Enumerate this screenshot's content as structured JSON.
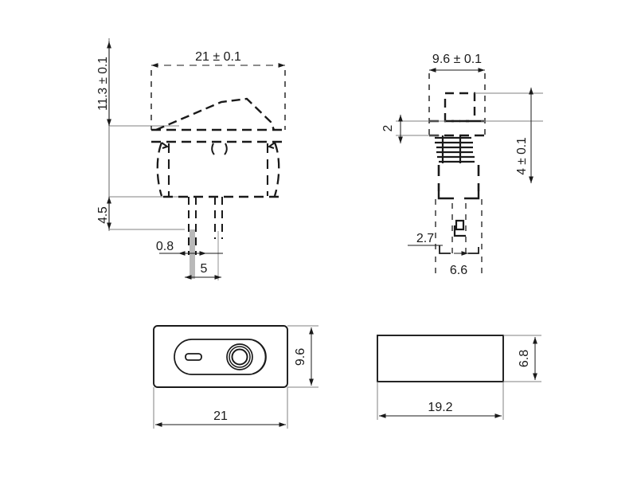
{
  "drawing": {
    "title": "Rocker switch dimensional drawing",
    "units": "mm",
    "line_color": "#1a1a1a",
    "dim_line_color": "#707070",
    "background": "#ffffff"
  },
  "views": {
    "front": {
      "name": "front-elevation-view",
      "dimensions": {
        "width": "21 ± 0.1",
        "height_top": "11.3 ± 0.1",
        "height_terminal": "4.5",
        "terminal_thickness": "0.8",
        "terminal_pitch": "5"
      }
    },
    "side": {
      "name": "side-elevation-view",
      "dimensions": {
        "width": "9.6 ± 0.1",
        "bezel_thickness": "2",
        "panel_height": "4 ± 0.1",
        "terminal_offset": "2.7",
        "body_width": "6.6"
      }
    },
    "top_bezel": {
      "name": "top-plan-view",
      "dimensions": {
        "length": "21",
        "width": "9.6"
      }
    },
    "top_body": {
      "name": "bottom-plan-view",
      "dimensions": {
        "length": "19.2",
        "width": "6.8"
      }
    }
  },
  "labels": {
    "w21": "21 ± 0.1",
    "h113": "11.3 ± 0.1",
    "h45": "4.5",
    "t08": "0.8",
    "p5": "5",
    "w96tol": "9.6 ± 0.1",
    "b2": "2",
    "h4": "4 ± 0.1",
    "d27": "2.7",
    "w66": "6.6",
    "l21": "21",
    "w96": "9.6",
    "l192": "19.2",
    "w68": "6.8"
  }
}
